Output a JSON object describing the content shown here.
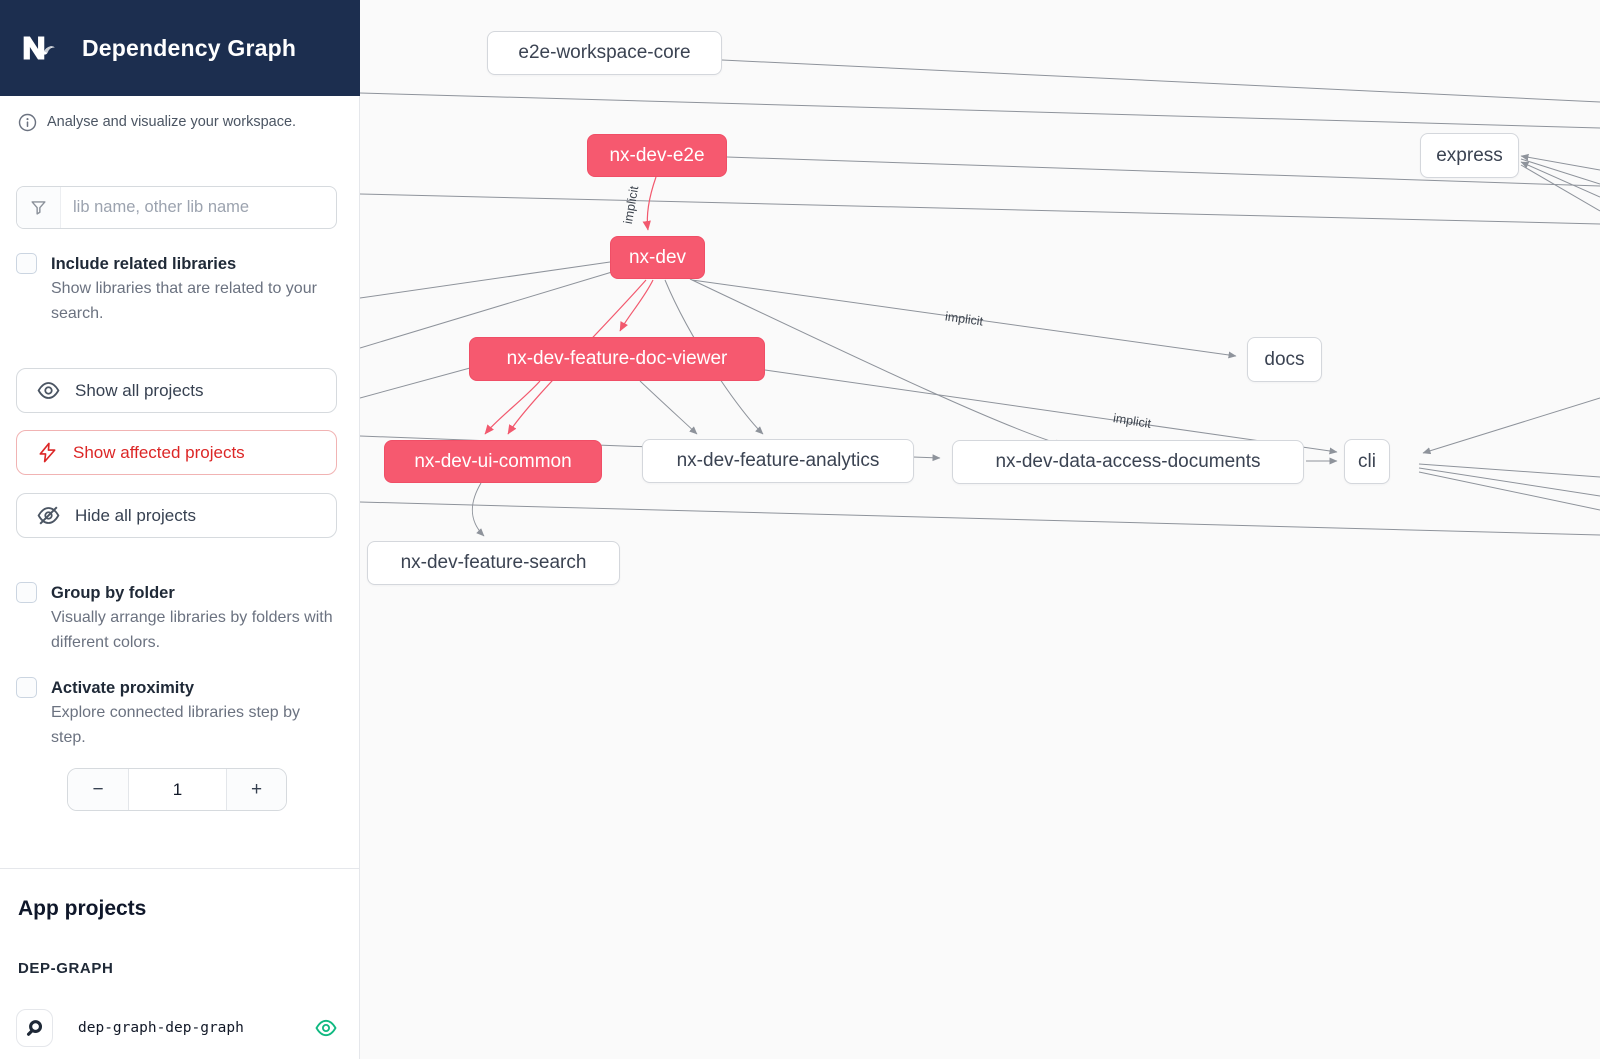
{
  "app": {
    "title": "Dependency Graph",
    "tagline": "Analyse and visualize your workspace."
  },
  "sidebar": {
    "search": {
      "placeholder": "lib name, other lib name"
    },
    "include_related": {
      "label": "Include related libraries",
      "description": "Show libraries that are related to your search.",
      "checked": false
    },
    "buttons": {
      "show_all": "Show all projects",
      "show_affected": "Show affected projects",
      "hide_all": "Hide all projects"
    },
    "group_by_folder": {
      "label": "Group by folder",
      "description": "Visually arrange libraries by folders with different colors.",
      "checked": false
    },
    "activate_proximity": {
      "label": "Activate proximity",
      "description": "Explore connected libraries step by step.",
      "checked": false
    },
    "stepper": {
      "decrement": "−",
      "value": "1",
      "increment": "+"
    },
    "projects_heading": "App projects",
    "project_group": "DEP-GRAPH",
    "project_item": {
      "name": "dep-graph-dep-graph",
      "visible": true
    }
  },
  "graph": {
    "nodes": [
      {
        "label": "e2e-workspace-core",
        "affected": false
      },
      {
        "label": "nx-dev-e2e",
        "affected": true
      },
      {
        "label": "express",
        "affected": false
      },
      {
        "label": "nx-dev",
        "affected": true
      },
      {
        "label": "nx-dev-feature-doc-viewer",
        "affected": true
      },
      {
        "label": "docs",
        "affected": false
      },
      {
        "label": "nx-dev-ui-common",
        "affected": true
      },
      {
        "label": "nx-dev-feature-analytics",
        "affected": false
      },
      {
        "label": "nx-dev-data-access-documents",
        "affected": false
      },
      {
        "label": "cli",
        "affected": false
      },
      {
        "label": "nx-dev-feature-search",
        "affected": false
      }
    ],
    "edge_labels": [
      "implicit",
      "implicit",
      "implicit"
    ],
    "colors": {
      "header_navy": "#1c2e4f",
      "affected_node": "#f6596f",
      "affected_edge": "#f2596e",
      "edge_gray": "#8e939b",
      "alert_red": "#dc2626",
      "eye_green": "#10b981"
    }
  }
}
